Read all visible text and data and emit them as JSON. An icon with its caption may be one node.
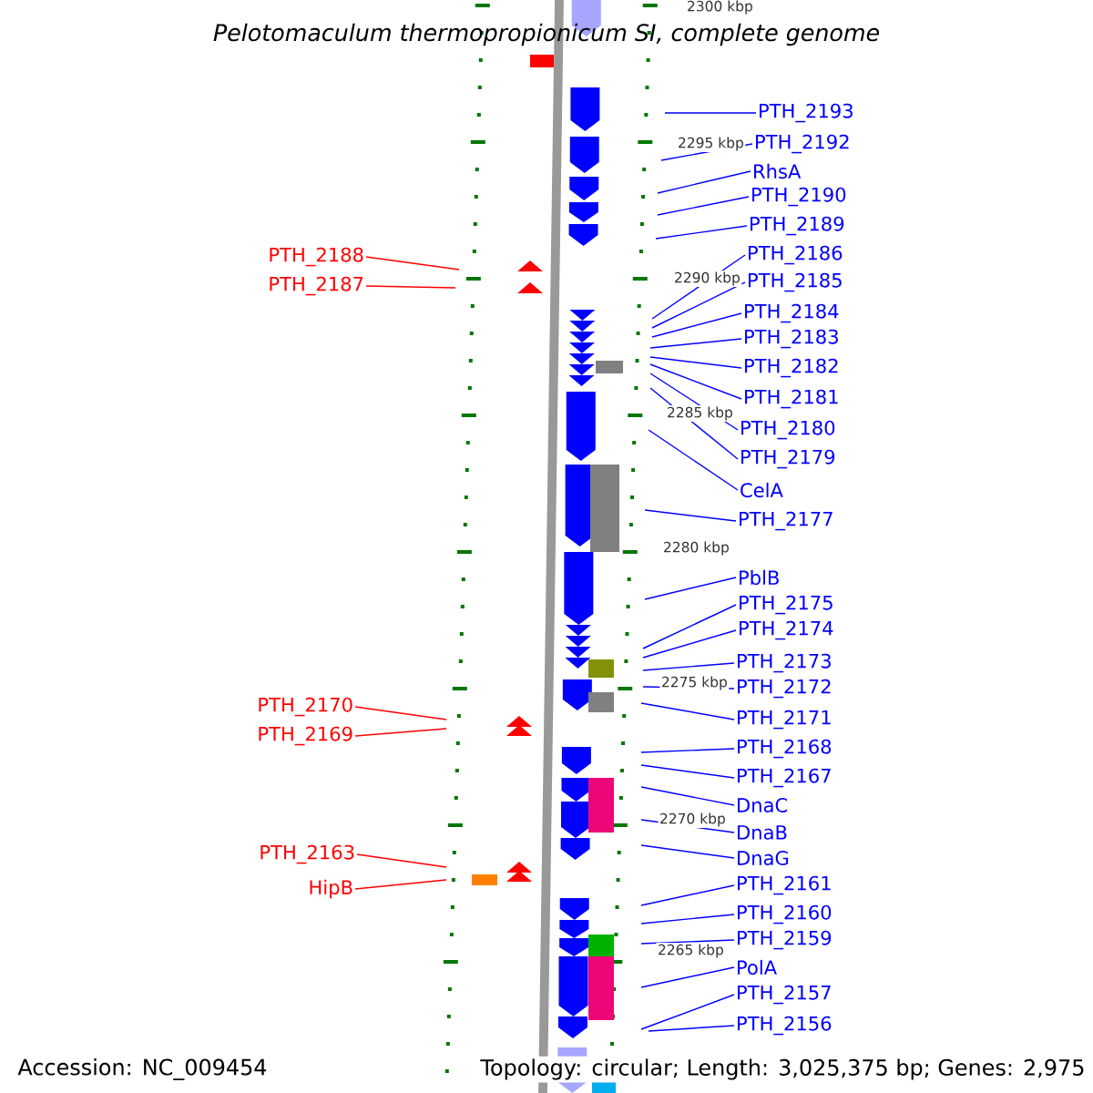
{
  "diagram": {
    "title": "Pelotomaculum thermopropionicum SI, complete genome",
    "nodes": [
      {
        "text": [
          "PTH_2188"
        ]
      },
      {
        "text": [
          "PTH_2187"
        ]
      },
      {
        "text": [
          "PTH_2170"
        ]
      },
      {
        "text": [
          "PTH_2169"
        ]
      },
      {
        "text": [
          "PTH_2163"
        ]
      },
      {
        "text": [
          "HipB"
        ]
      },
      {
        "text": [
          "PTH_2193"
        ]
      },
      {
        "text": [
          "PTH_2192"
        ]
      },
      {
        "text": [
          "RhsA"
        ]
      },
      {
        "text": [
          "PTH_2190"
        ]
      },
      {
        "text": [
          "PTH_2189"
        ]
      },
      {
        "text": [
          "PTH_2186"
        ]
      },
      {
        "text": [
          "PTH_2185"
        ]
      },
      {
        "text": [
          "PTH_2184"
        ]
      },
      {
        "text": [
          "PTH_2183"
        ]
      },
      {
        "text": [
          "PTH_2182"
        ]
      },
      {
        "text": [
          "PTH_2181"
        ]
      },
      {
        "text": [
          "PTH_2180"
        ]
      },
      {
        "text": [
          "PTH_2179"
        ]
      },
      {
        "text": [
          "CelA"
        ]
      },
      {
        "text": [
          "PTH_2177"
        ]
      },
      {
        "text": [
          "PblB"
        ]
      },
      {
        "text": [
          "PTH_2175"
        ]
      },
      {
        "text": [
          "PTH_2174"
        ]
      },
      {
        "text": [
          "PTH_2173"
        ]
      },
      {
        "text": [
          "PTH_2172"
        ]
      },
      {
        "text": [
          "PTH_2171"
        ]
      },
      {
        "text": [
          "PTH_2168"
        ]
      },
      {
        "text": [
          "PTH_2167"
        ]
      },
      {
        "text": [
          "DnaC"
        ]
      },
      {
        "text": [
          "DnaB"
        ]
      },
      {
        "text": [
          "DnaG"
        ]
      },
      {
        "text": [
          "PTH_2161"
        ]
      },
      {
        "text": [
          "PTH_2160"
        ]
      },
      {
        "text": [
          "PTH_2159"
        ]
      },
      {
        "text": [
          "PolA"
        ]
      },
      {
        "text": [
          "PTH_2157"
        ]
      },
      {
        "text": [
          "PTH_2156"
        ]
      }
    ],
    "edges": [
      {
        "from": 0,
        "to": null,
        "arrow": "none",
        "color": "#ff0000"
      },
      {
        "from": 1,
        "to": null,
        "arrow": "none",
        "color": "#ff0000"
      },
      {
        "from": 2,
        "to": null,
        "arrow": "none",
        "color": "#ff0000"
      },
      {
        "from": 3,
        "to": null,
        "arrow": "none",
        "color": "#ff0000"
      },
      {
        "from": 4,
        "to": null,
        "arrow": "none",
        "color": "#ff0000"
      },
      {
        "from": 5,
        "to": null,
        "arrow": "none",
        "color": "#ff0000"
      },
      {
        "from": 6,
        "to": null,
        "arrow": "none"
      },
      {
        "from": 7,
        "to": null,
        "arrow": "none"
      },
      {
        "from": 8,
        "to": null,
        "arrow": "none"
      },
      {
        "from": 9,
        "to": null,
        "arrow": "none"
      },
      {
        "from": 10,
        "to": null,
        "arrow": "none"
      },
      {
        "from": 11,
        "to": null,
        "arrow": "none"
      },
      {
        "from": 12,
        "to": null,
        "arrow": "none"
      },
      {
        "from": 13,
        "to": null,
        "arrow": "none"
      },
      {
        "from": 14,
        "to": null,
        "arrow": "none"
      },
      {
        "from": 15,
        "to": null,
        "arrow": "none"
      },
      {
        "from": 16,
        "to": null,
        "arrow": "none"
      },
      {
        "from": 17,
        "to": null,
        "arrow": "none"
      },
      {
        "from": 18,
        "to": null,
        "arrow": "none"
      },
      {
        "from": 19,
        "to": null,
        "arrow": "none"
      },
      {
        "from": 20,
        "to": null,
        "arrow": "none"
      },
      {
        "from": 21,
        "to": null,
        "arrow": "none"
      },
      {
        "from": 22,
        "to": null,
        "arrow": "none"
      },
      {
        "from": 23,
        "to": null,
        "arrow": "none"
      },
      {
        "from": 24,
        "to": null,
        "arrow": "none"
      },
      {
        "from": 25,
        "to": null,
        "arrow": "none"
      },
      {
        "from": 26,
        "to": null,
        "arrow": "none"
      },
      {
        "from": 27,
        "to": null,
        "arrow": "none"
      },
      {
        "from": 28,
        "to": null,
        "arrow": "none"
      },
      {
        "from": 29,
        "to": null,
        "arrow": "none"
      },
      {
        "from": 30,
        "to": null,
        "arrow": "none"
      },
      {
        "from": 31,
        "to": null,
        "arrow": "none"
      },
      {
        "from": 32,
        "to": null,
        "arrow": "none"
      },
      {
        "from": 33,
        "to": null,
        "arrow": "none"
      },
      {
        "from": 34,
        "to": null,
        "arrow": "none"
      },
      {
        "from": 35,
        "to": null,
        "arrow": "none"
      },
      {
        "from": 36,
        "to": null,
        "arrow": "none"
      },
      {
        "from": 37,
        "to": null,
        "arrow": "none"
      }
    ],
    "labels": [
      "2300 kbp",
      "2295 kbp",
      "2290 kbp",
      "2285 kbp",
      "2280 kbp",
      "2275 kbp",
      "2270 kbp",
      "2265 kbp",
      "Accession: NC_009454",
      "Topology: circular; Length: 3,025,375 bp; Genes: 2,975"
    ]
  }
}
